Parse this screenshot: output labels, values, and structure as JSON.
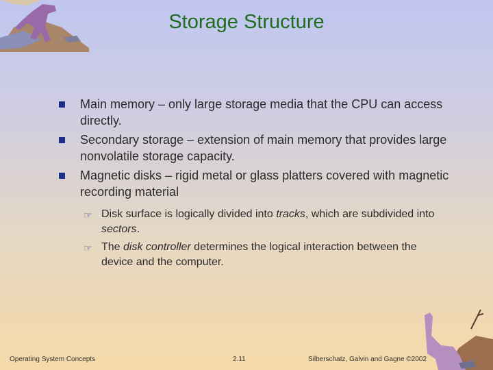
{
  "slide": {
    "title": "Storage Structure",
    "bullets": [
      {
        "text": "Main memory – only large storage media that the CPU can access directly."
      },
      {
        "text": "Secondary storage – extension of main memory that provides large nonvolatile storage capacity."
      },
      {
        "text": "Magnetic disks – rigid metal or glass platters covered with magnetic recording material"
      }
    ],
    "subbullets": [
      {
        "pre": "Disk surface is logically divided into ",
        "em1": "tracks",
        "mid": ", which are subdivided into ",
        "em2": "sectors",
        "post": "."
      },
      {
        "pre": "The ",
        "em1": "disk controller",
        "mid": " determines the logical interaction between the device and the computer.",
        "em2": "",
        "post": ""
      }
    ]
  },
  "footer": {
    "left": "Operating System Concepts",
    "center": "2.11",
    "right": "Silberschatz, Galvin and Gagne ©2002"
  },
  "icons": {
    "bullet": "square-bullet-icon",
    "subbullet": "pointing-hand-icon",
    "top_left_art": "dinosaur-illustration",
    "bottom_right_art": "dinosaur-illustration"
  },
  "colors": {
    "title": "#1f6b1f",
    "bullet": "#1e2f8a",
    "text": "#2b2b2b"
  }
}
